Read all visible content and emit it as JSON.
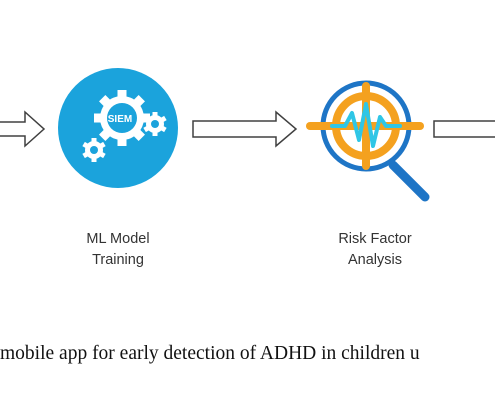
{
  "diagram": {
    "colors": {
      "circle_blue": "#1ba3dc",
      "orange": "#f4a11f",
      "dark_blue": "#1e75c6",
      "signal_cyan": "#2fc6e6",
      "arrow_stroke": "#404040"
    },
    "icons": [
      "gears-icon",
      "risk-analysis-magnifier-icon"
    ],
    "nodes": [
      {
        "line1": "ML Model",
        "line2": "Training",
        "gear_text": "SIEM"
      },
      {
        "line1": "Risk Factor",
        "line2": "Analysis"
      }
    ]
  },
  "caption": "mobile app for early detection of ADHD in children u"
}
